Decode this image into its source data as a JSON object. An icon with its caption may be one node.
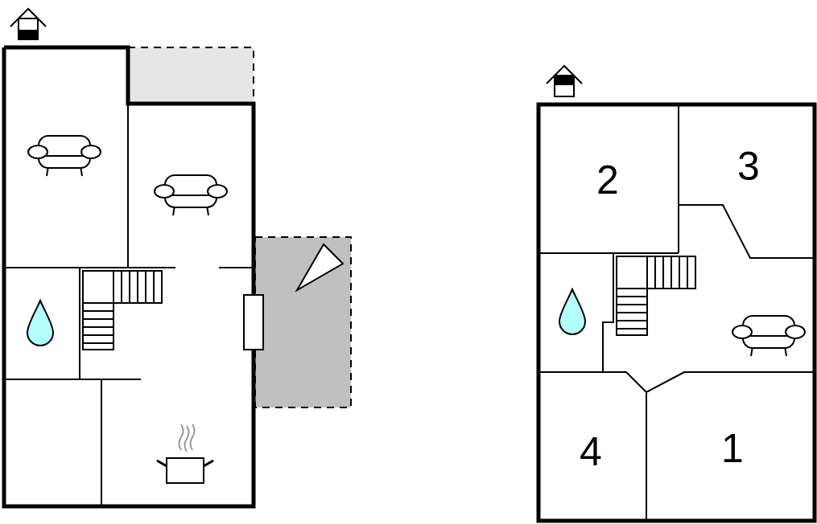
{
  "diagram": {
    "labels": [
      "2",
      "3",
      "4",
      "1"
    ]
  }
}
